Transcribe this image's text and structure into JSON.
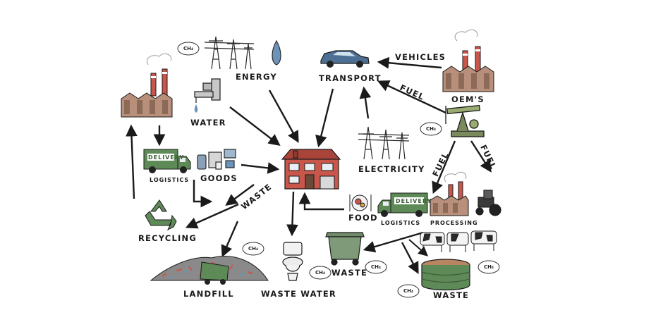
{
  "nodes": {
    "energy": "ENERGY",
    "transport": "TRANSPORT",
    "vehicles": "VEHICLES",
    "oems": "OEM'S",
    "fuel_top": "FUEL",
    "water": "WATER",
    "electricity": "ELECTRICITY",
    "fuel_left": "FUEL",
    "fuel_right": "FUEL",
    "delivery_left": "DELIVERY",
    "logistics_left": "LOGISTICS",
    "goods": "GOODS",
    "waste_arrow": "WASTE",
    "food": "FOOD",
    "delivery_right": "DELIVERY",
    "logistics_right": "LOGISTICS",
    "processing": "PROCESSING",
    "recycling": "RECYCLING",
    "landfill": "LANDFILL",
    "waste_water": "WASTE WATER",
    "waste_bin": "WASTE",
    "waste_tank": "WASTE"
  },
  "methane_label": "CH₄",
  "colors": {
    "ink": "#1a1a1a",
    "brick": "#c8564a",
    "factory": "#b78f7a",
    "truck_green": "#5e8a57",
    "bin_green": "#7f9a78",
    "car_blue": "#4d6f93",
    "water_blue": "#6b94bb",
    "cow": "#2b2b2b"
  }
}
